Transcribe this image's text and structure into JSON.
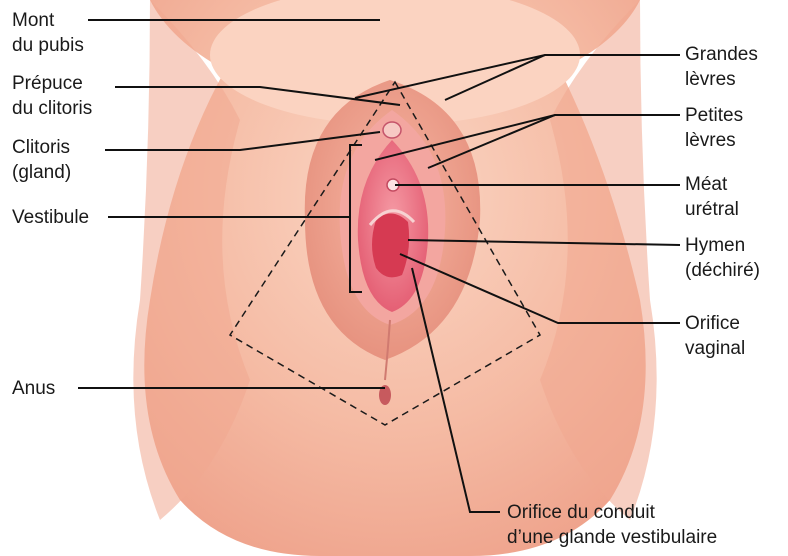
{
  "labels": {
    "mont_pubis": [
      "Mont",
      "du pubis"
    ],
    "prepuce": [
      "Prépuce",
      "du clitoris"
    ],
    "clitoris": [
      "Clitoris",
      "(gland)"
    ],
    "vestibule": [
      "Vestibule"
    ],
    "anus": [
      "Anus"
    ],
    "grandes_levres": [
      "Grandes",
      "lèvres"
    ],
    "petites_levres": [
      "Petites",
      "lèvres"
    ],
    "meat_uretral": [
      "Méat",
      "urétral"
    ],
    "hymen": [
      "Hymen",
      "(déchiré)"
    ],
    "orifice_vaginal": [
      "Orifice",
      "vaginal"
    ],
    "orifice_conduit": [
      "Orifice du conduit",
      "d’une glande vestibulaire"
    ]
  },
  "colors": {
    "skin": "#f7c5b0",
    "skin_shadow": "#e79a86",
    "vestibule": "#ec6a7c",
    "orifice": "#d23a4e",
    "leader_line": "#111111"
  }
}
